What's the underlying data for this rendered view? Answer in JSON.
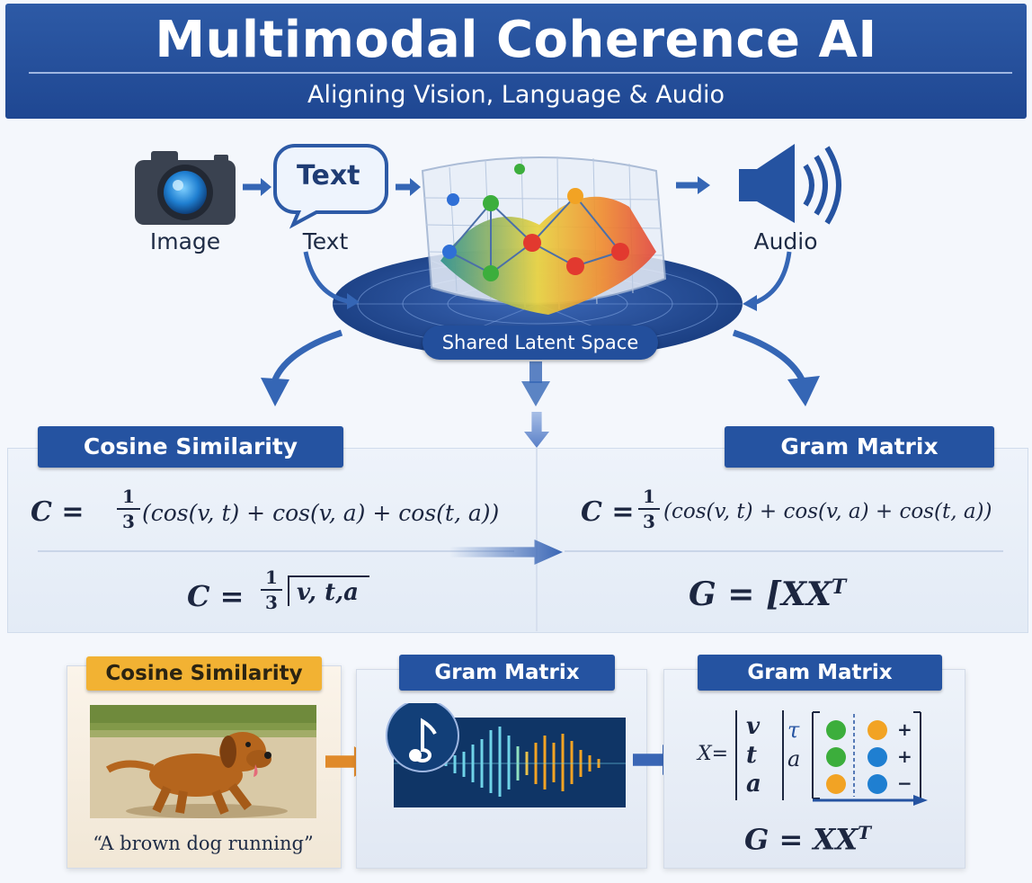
{
  "header": {
    "title": "Multimodal Coherence AI",
    "subtitle": "Aligning Vision, Language & Audio"
  },
  "modalities": {
    "image_label": "Image",
    "text_bubble": "Text",
    "text_label": "Text",
    "audio_label": "Audio"
  },
  "latent": {
    "label": "Shared Latent Space"
  },
  "middle": {
    "left_tab": "Cosine Similarity",
    "right_tab": "Gram Matrix",
    "left_formula_1": "(cos(v, t) + cos(v, a) + cos(t, a))",
    "left_formula_2_lhs": "C =",
    "left_formula_2_rhs": "v, t,a",
    "right_formula_1": "(cos(v, t) + cos(v, a) + cos(t, a))",
    "right_formula_2": "G = [XX",
    "right_formula_2_sup": "T",
    "c_equals": "C =",
    "frac_num": "1",
    "frac_den": "3"
  },
  "bottom": {
    "card1_tab": "Cosine Similarity",
    "card1_caption": "“A brown dog running”",
    "card2_tab": "Gram Matrix",
    "card3_tab": "Gram Matrix",
    "matrix_lhs": "X=",
    "matrix_col1": [
      "v",
      "t",
      "a"
    ],
    "matrix_col2": [
      "τ",
      "a"
    ],
    "matrix_ops": [
      "+",
      "+",
      "−"
    ],
    "gram_formula": "G = XX",
    "gram_sup": "T"
  },
  "colors": {
    "primary_blue": "#2553a1",
    "tab_orange": "#f2b233",
    "arrow_orange": "#e08a2a"
  }
}
